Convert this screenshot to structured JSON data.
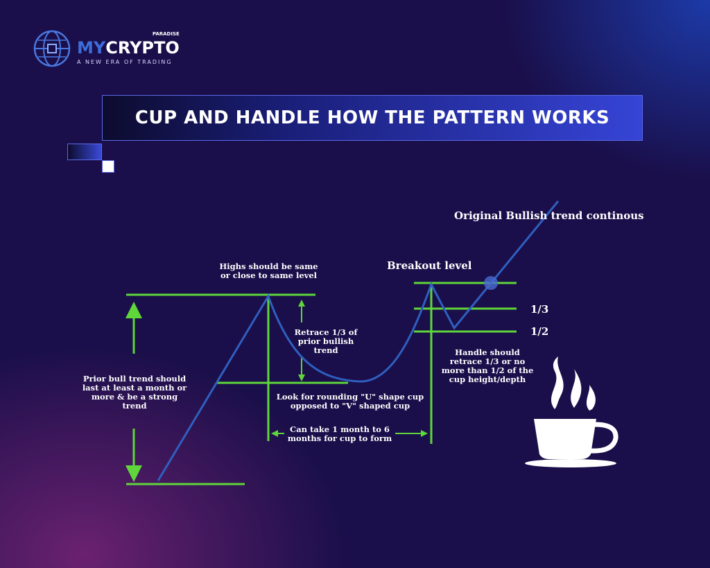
{
  "logo": {
    "brand_a": "MY",
    "brand_b": "CRYPTO",
    "super": "PARADISE",
    "tagline": "A NEW ERA OF TRADING"
  },
  "title": "CUP AND HANDLE HOW THE PATTERN WORKS",
  "labels": {
    "trend_continues": "Original Bullish trend continous",
    "breakout": "Breakout level",
    "highs": "Highs should be same\nor close to same level",
    "retrace": "Retrace 1/3 of\nprior bullish\ntrend",
    "prior_trend": "Prior bull trend should\nlast at least a month or\nmore & be a strong\ntrend",
    "rounding": "Look for rounding \"U\" shape cup\nopposed to \"V\" shaped cup",
    "duration": "Can take 1 month to 6\nmonths for cup to form",
    "handle": "Handle should\nretrace 1/3 or no\nmore than 1/2 of the\ncup height/depth",
    "one_third": "1/3",
    "one_half": "1/2"
  },
  "colors": {
    "line": "#2f5fc0",
    "guide": "#5fd63a",
    "bg": "#1a0f4a"
  }
}
